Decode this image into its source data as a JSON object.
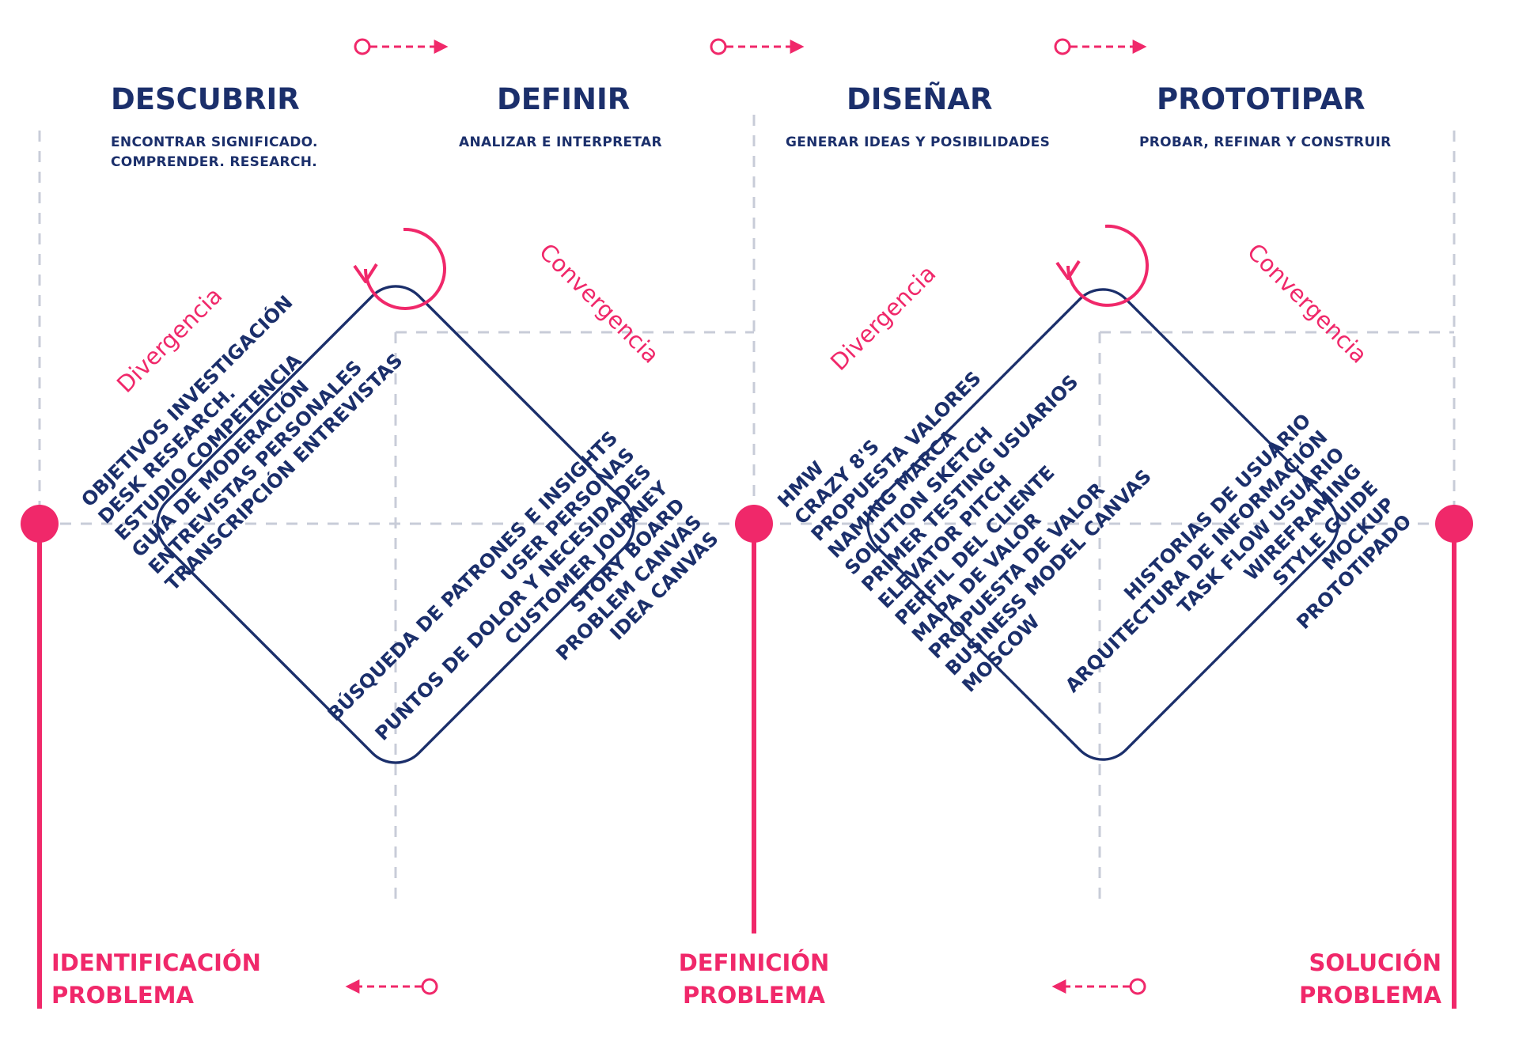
{
  "phases": [
    {
      "title": "DESCUBRIR",
      "subtitle": [
        "ENCONTRAR SIGNIFICADO.",
        "COMPRENDER. RESEARCH."
      ]
    },
    {
      "title": "DEFINIR",
      "subtitle": [
        "ANALIZAR E INTERPRETAR"
      ]
    },
    {
      "title": "DISEÑAR",
      "subtitle": [
        "GENERAR IDEAS Y POSIBILIDADES"
      ]
    },
    {
      "title": "PROTOTIPAR",
      "subtitle": [
        "PROBAR, REFINAR Y CONSTRUIR"
      ]
    }
  ],
  "diamond_1": {
    "divergencia_label": "Divergencia",
    "convergencia_label": "Convergencia",
    "left_items": [
      "OBJETIVOS INVESTIGACIÓN",
      "DESK RESEARCH.",
      "ESTUDIO COMPETENCIA",
      "GUÍA DE MODERACIÓN",
      "ENTREVISTAS PERSONALES",
      "TRANSCRIPCIÓN ENTREVISTAS"
    ],
    "right_items": [
      "BÚSQUEDA DE PATRONES E INSIGHTS",
      "USER PERSONAS",
      "PUNTOS DE DOLOR Y NECESIDADES",
      "CUSTOMER JOURNEY",
      "STORY BOARD",
      "PROBLEM CANVAS",
      "IDEA CANVAS"
    ]
  },
  "diamond_2": {
    "divergencia_label": "Divergencia",
    "convergencia_label": "Convergencia",
    "left_items": [
      "HMW",
      "CRAZY 8'S",
      "PROPUESTA VALORES",
      "NAMING MARCA",
      "SOLUTION SKETCH",
      "PRIMER TESTING USUARIOS",
      "ELEVATOR PITCH",
      "PERFIL DEL CLIENTE",
      "MAPA DE VALOR",
      "PROPUESTA DE VALOR",
      "BUSINESS MODEL CANVAS",
      "MOSCOW"
    ],
    "right_items": [
      "HISTORIAS DE USUARIO",
      "ARQUITECTURA DE INFORMACIÓN",
      "TASK FLOW USUARIO",
      "WIREFRAMING",
      "STYLE GUIDE",
      "MOCKUP",
      "PROTOTIPADO"
    ]
  },
  "milestones": [
    {
      "lines": [
        "IDENTIFICACIÓN",
        "PROBLEMA"
      ]
    },
    {
      "lines": [
        "DEFINICIÓN",
        "PROBLEMA"
      ]
    },
    {
      "lines": [
        "SOLUCIÓN",
        "PROBLEMA"
      ]
    }
  ],
  "colors": {
    "navy": "#1b2f6b",
    "pink": "#f0286a",
    "guide": "#c8ccd8"
  },
  "icons": [
    "cycle-arrow-icon",
    "forward-arrow-icon",
    "backward-arrow-icon"
  ]
}
